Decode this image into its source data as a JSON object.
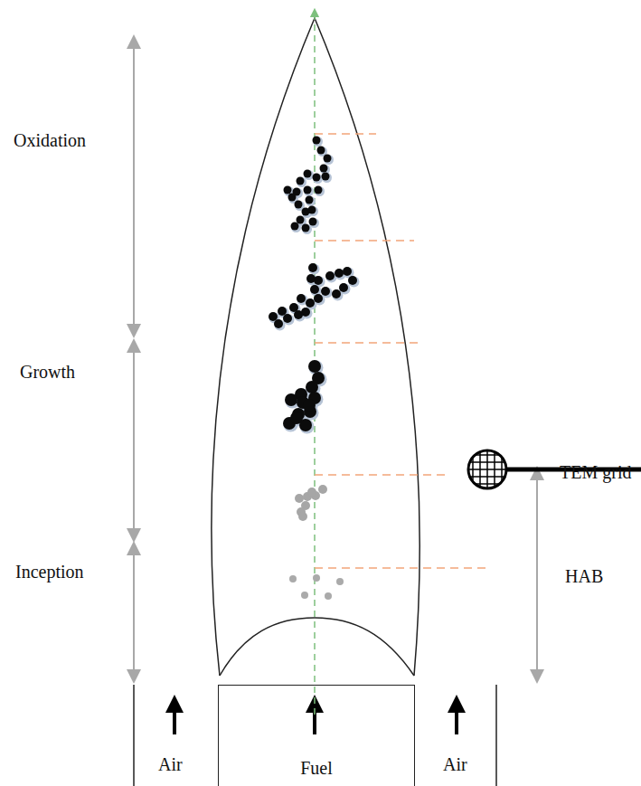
{
  "diagram": {
    "nodes": [
      {
        "text": [
          "Fuel"
        ]
      }
    ],
    "labels": [
      "Oxidation",
      "Growth",
      "Inception",
      "TEM grid",
      "HAB",
      "Air",
      "Air"
    ]
  }
}
